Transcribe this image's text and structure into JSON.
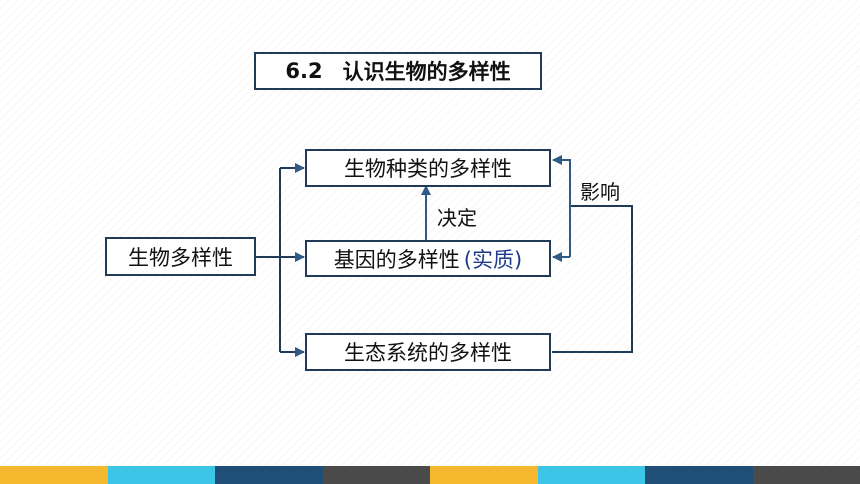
{
  "title": {
    "number": "6.2",
    "text": "认识生物的多样性"
  },
  "nodes": {
    "root": "生物多样性",
    "species": "生物种类的多样性",
    "gene": "基因的多样性",
    "gene_note": "(实质)",
    "ecosystem": "生态系统的多样性"
  },
  "labels": {
    "determines": "决定",
    "influences": "影响"
  },
  "colors": {
    "line": "#1f3b57",
    "arrow": "#2e5b83",
    "accent": "#1f3a8a",
    "bar": [
      "#f5b82e",
      "#3bc6e8",
      "#1f4e79",
      "#4a4a4a",
      "#f5b82e",
      "#3bc6e8",
      "#1f4e79",
      "#4a4a4a"
    ]
  }
}
